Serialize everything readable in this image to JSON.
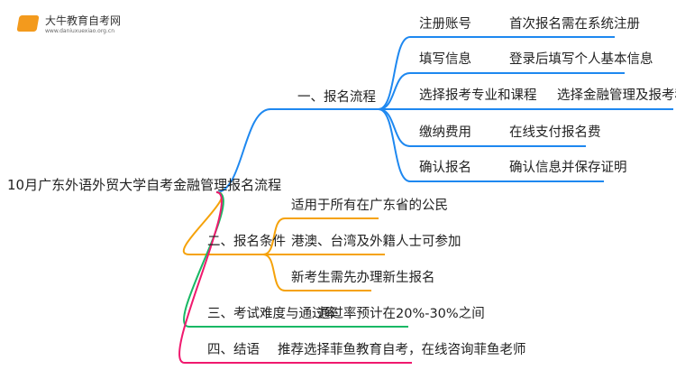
{
  "logo": {
    "name": "大牛教育自考网",
    "url": "www.daniuxuexiao.org.cn"
  },
  "root": "10月广东外语外贸大学自考金融管理报名流程",
  "branches": [
    {
      "label": "一、报名流程",
      "color": "#1e88f0",
      "children": [
        {
          "label": "注册账号",
          "value": "首次报名需在系统注册"
        },
        {
          "label": "填写信息",
          "value": "登录后填写个人基本信息"
        },
        {
          "label": "选择报考专业和课程",
          "value": "选择金融管理及报考科目"
        },
        {
          "label": "缴纳费用",
          "value": "在线支付报名费"
        },
        {
          "label": "确认报名",
          "value": "确认信息并保存证明"
        }
      ]
    },
    {
      "label": "二、报名条件",
      "color": "#f5a20a",
      "children": [
        {
          "label": "适用于所有在广东省的公民"
        },
        {
          "label": "港澳、台湾及外籍人士可参加"
        },
        {
          "label": "新考生需先办理新生报名"
        }
      ]
    },
    {
      "label": "三、考试难度与通过率",
      "color": "#19b865",
      "value": "通过率预计在20%-30%之间"
    },
    {
      "label": "四、结语",
      "color": "#f0196e",
      "value": "推荐选择菲鱼教育自考，在线咨询菲鱼老师"
    }
  ]
}
